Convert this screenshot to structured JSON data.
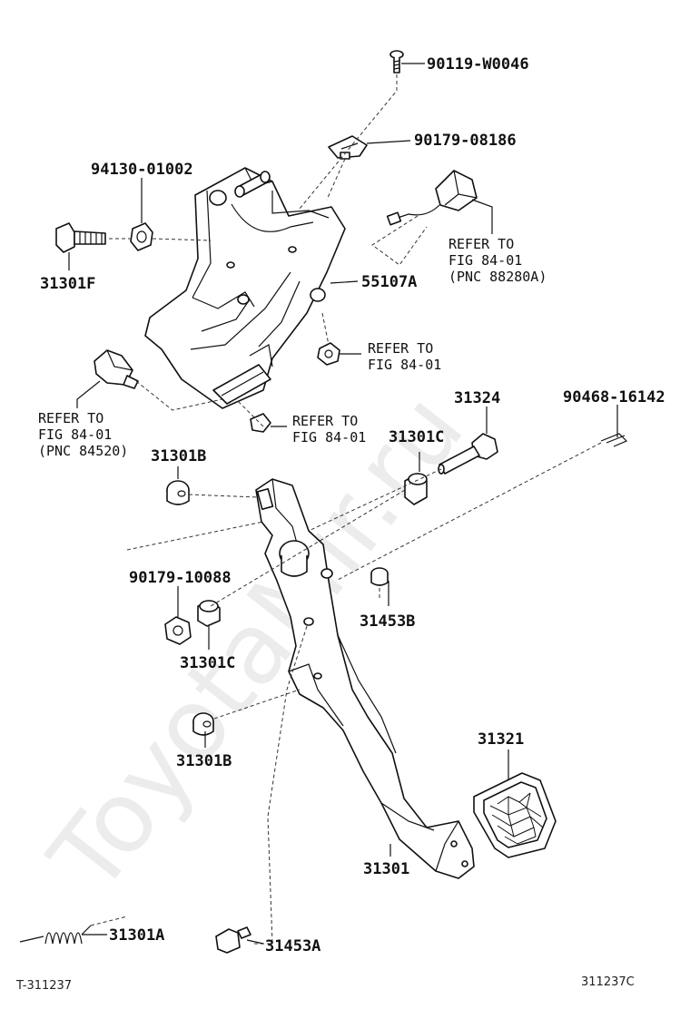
{
  "diagram": {
    "watermark": "ToyotaMir.ru",
    "figure_code": "T-311237",
    "figure_ref": "311237C",
    "labels": {
      "p90119": "90119-W0046",
      "p90179a": "90179-08186",
      "p94130": "94130-01002",
      "p31301F": "31301F",
      "p55107A": "55107A",
      "refer1_l1": "REFER TO",
      "refer1_l2": "FIG 84-01",
      "refer1_l3": "(PNC 88280A)",
      "refer2_l1": "REFER TO",
      "refer2_l2": "FIG 84-01",
      "refer3_l1": "REFER TO",
      "refer3_l2": "FIG 84-01",
      "refer4_l1": "REFER TO",
      "refer4_l2": "FIG 84-01",
      "refer4_l3": "(PNC 84520)",
      "p31324": "31324",
      "p90468": "90468-16142",
      "p31301C_top": "31301C",
      "p31301B_top": "31301B",
      "p90179b": "90179-10088",
      "p31453B": "31453B",
      "p31301C_bot": "31301C",
      "p31301B_bot": "31301B",
      "p31321": "31321",
      "p31301": "31301",
      "p31301A": "31301A",
      "p31453A": "31453A"
    }
  }
}
